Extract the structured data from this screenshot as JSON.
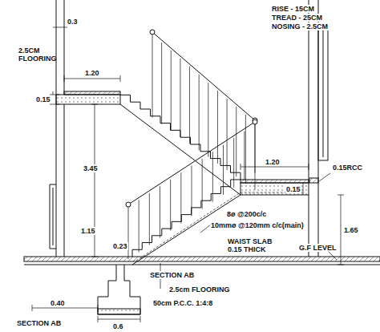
{
  "diagram": {
    "labels": [
      "0.3",
      "RISE - 15CM",
      "TREAD - 25CM",
      "NOSING - 2.5CM",
      "2.5CM FLOORING",
      "1.20",
      "0.15",
      "3.45",
      "1.20",
      "0.15RCC",
      "0.15",
      "1.65",
      "8ø @200c/c",
      "10mmø @120mm c/c(main)",
      "1.15",
      "0.23",
      "WAIST SLAB 0.15 THICK",
      "G.F LEVEL",
      "0.40",
      "SECTION AB",
      "2.5cm FLOORING",
      "50cm P.C.C. 1:4:8",
      "0.6",
      "SECTION AB"
    ]
  }
}
